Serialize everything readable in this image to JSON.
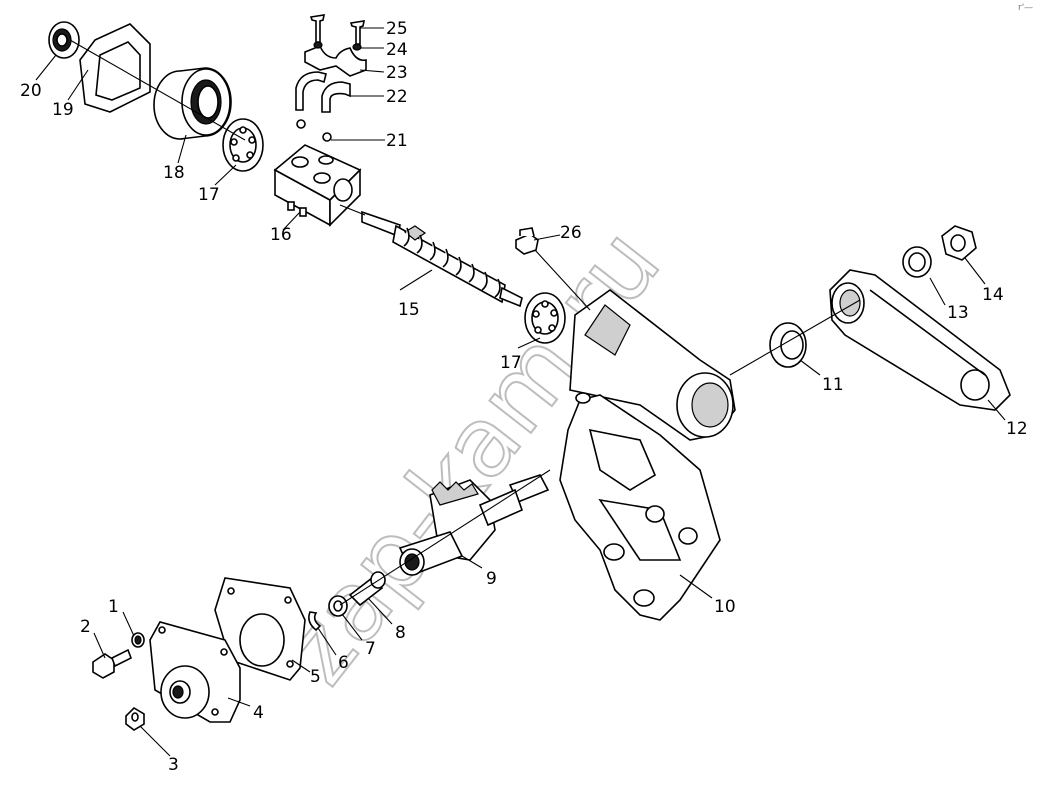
{
  "watermark": "zap-kam.ru",
  "corner_mark": "r'—",
  "callouts": [
    "1",
    "2",
    "3",
    "4",
    "5",
    "6",
    "7",
    "8",
    "9",
    "10",
    "11",
    "12",
    "13",
    "14",
    "15",
    "16",
    "17",
    "17",
    "18",
    "19",
    "20",
    "21",
    "22",
    "23",
    "24",
    "25",
    "26"
  ]
}
